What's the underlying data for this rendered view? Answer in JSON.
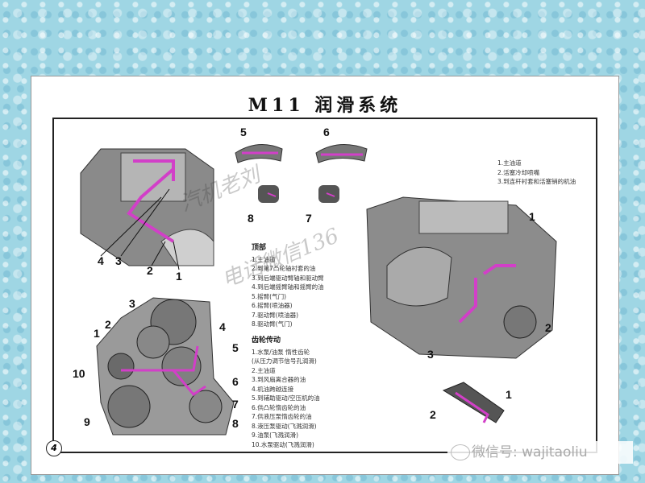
{
  "page": {
    "title": "M11 润滑系统",
    "page_number": "4"
  },
  "overhead_legend": {
    "heading": "顶部",
    "items": [
      "1.主油道",
      "2.到第7凸轮轴衬套的油",
      "3.到后端驱动臂轴和驱动臂",
      "4.到后端摇臂轴和摇臂的油",
      "5.摇臂(气门)",
      "6.摇臂(喷油器)",
      "7.驱动臂(喷油器)",
      "8.驱动臂(气门)"
    ]
  },
  "gear_legend": {
    "heading": "齿轮传动",
    "items": [
      "1.水泵/油泵 惰性齿轮",
      "(从压力调节信号孔润滑)",
      "2.主油道",
      "3.到风扇离合器的油",
      "4.机油跨越连接",
      "5.到辅助驱动/空压机的油",
      "6.供凸轮惰齿轮的油",
      "7.供液压泵惰齿轮的油",
      "8.液压泵驱动(飞溅润滑)",
      "9.油泵(飞溅润滑)",
      "10.水泵驱动(飞溅润滑)"
    ]
  },
  "block_legend": {
    "items": [
      "1.主油道",
      "2.活塞冷却喷嘴",
      "3.到连杆衬套和活塞销的机油"
    ]
  },
  "callouts": {
    "overhead": [
      "4",
      "3",
      "2",
      "1"
    ],
    "rockers": [
      "5",
      "6",
      "8",
      "7"
    ],
    "gear": [
      "3",
      "2",
      "1",
      "10",
      "9",
      "4",
      "5",
      "6",
      "7",
      "8"
    ],
    "block": [
      "1",
      "2",
      "3"
    ],
    "nozzle": [
      "1",
      "2"
    ]
  },
  "watermark": {
    "lines": [
      "汽机老刘",
      "电话微信136"
    ],
    "wechat": "微信号: wajitaoliu"
  },
  "colors": {
    "oil": "#d23fc8",
    "metal": "#6f6f6f",
    "frame": "#222222"
  }
}
